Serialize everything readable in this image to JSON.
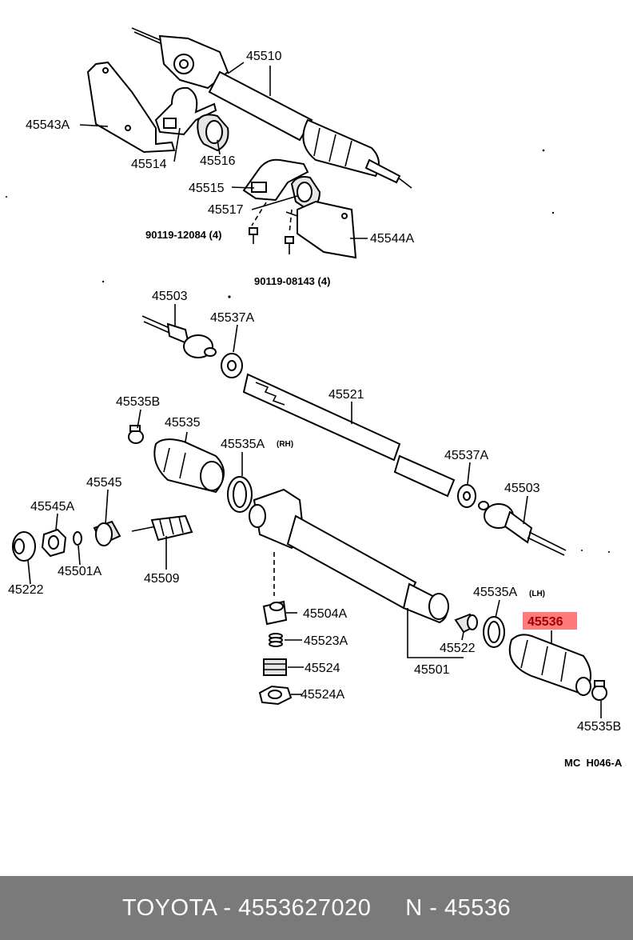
{
  "diagram": {
    "labels": {
      "p45510": "45510",
      "p45543A": "45543A",
      "p45514": "45514",
      "p45516": "45516",
      "p45515": "45515",
      "p45517": "45517",
      "p90119_12084": "90119-12084 (4)",
      "p45544A": "45544A",
      "p90119_08143": "90119-08143 (4)",
      "p45503_top": "45503",
      "p45537A_top": "45537A",
      "p45521": "45521",
      "p45535B_left": "45535B",
      "p45535": "45535",
      "p45535A_rh": "45535A",
      "rh_note": "(RH)",
      "p45545": "45545",
      "p45545A": "45545A",
      "p45222": "45222",
      "p45501A": "45501A",
      "p45509": "45509",
      "p45537A_right": "45537A",
      "p45503_right": "45503",
      "p45535A_lh": "45535A",
      "lh_note": "(LH)",
      "p45536": "45536",
      "p45504A": "45504A",
      "p45523A": "45523A",
      "p45522": "45522",
      "p45501": "45501",
      "p45524": "45524",
      "p45524A": "45524A",
      "p45535B_right": "45535B",
      "diagram_code": "MC  H046-A"
    },
    "highlight_color": "#ff7b7b"
  },
  "footer": {
    "brand": "TOYOTA",
    "sep1": " - ",
    "part_number": "4553627020",
    "gap": "     ",
    "ref_prefix": "N",
    "sep2": " - ",
    "ref_number": "45536",
    "background_color": "#7a7a7a"
  }
}
